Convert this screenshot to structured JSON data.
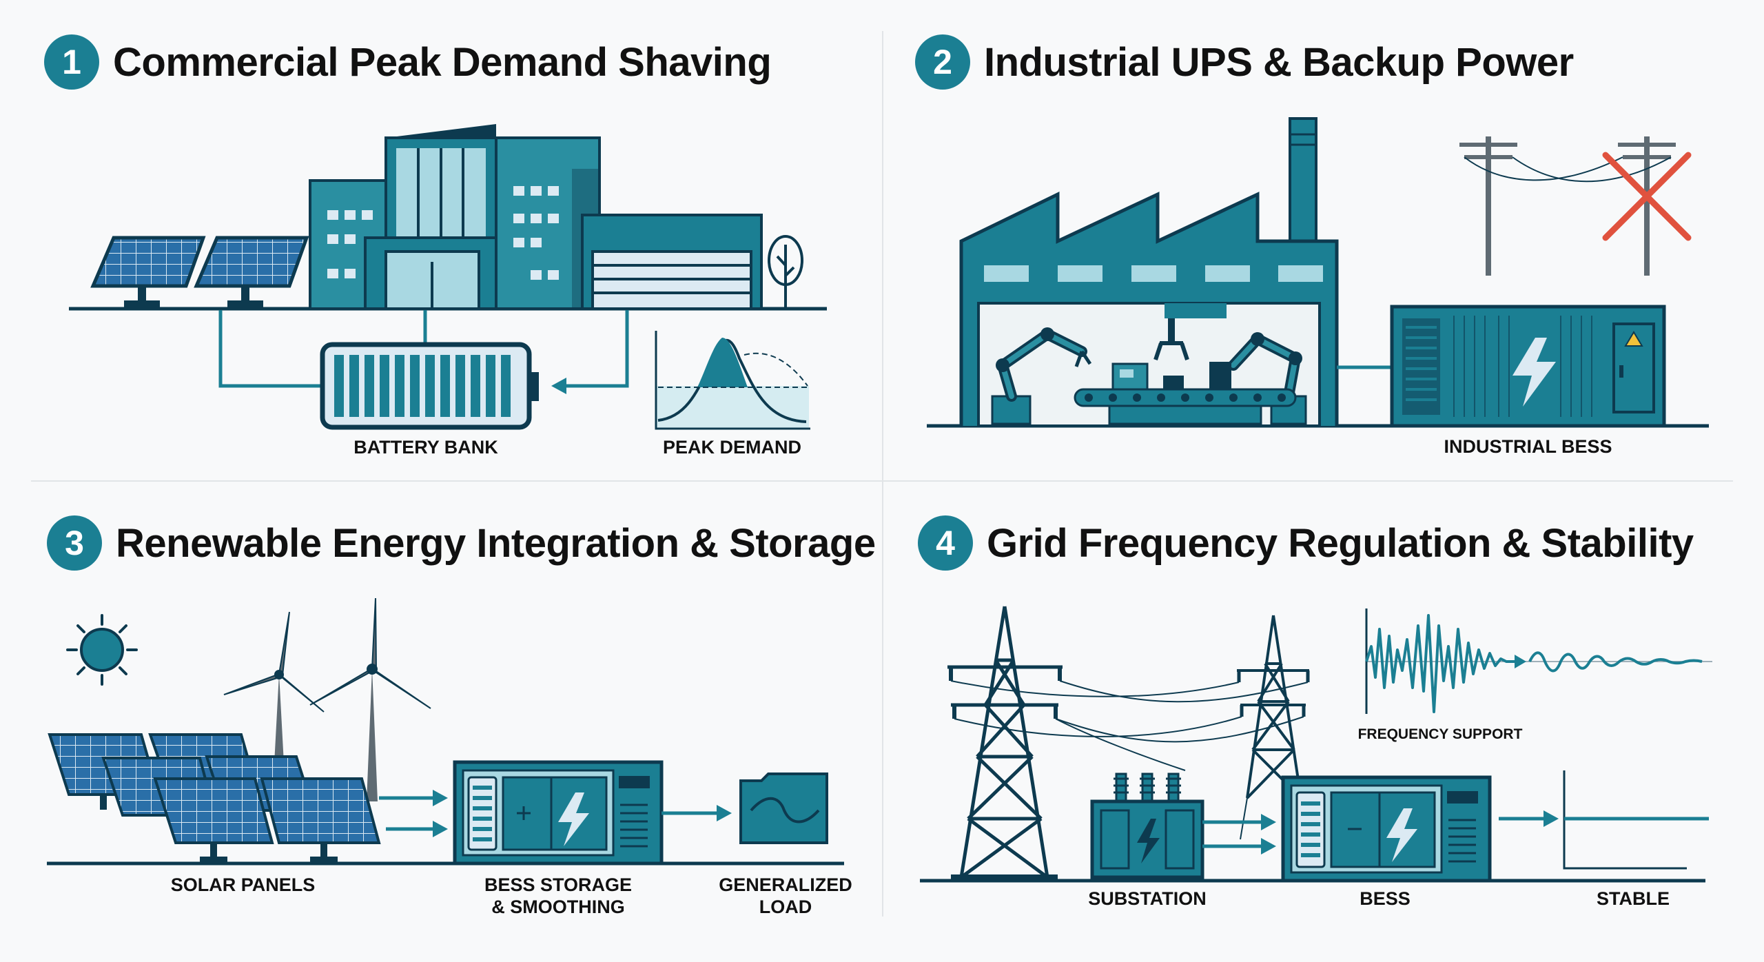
{
  "panels": [
    {
      "number": "1",
      "title": "Commercial Peak Demand Shaving",
      "labels": {
        "battery": "BATTERY BANK",
        "peak": "PEAK DEMAND"
      }
    },
    {
      "number": "2",
      "title": "Industrial UPS & Backup Power",
      "labels": {
        "bess": "INDUSTRIAL BESS"
      }
    },
    {
      "number": "3",
      "title": "Renewable Energy Integration & Storage",
      "labels": {
        "solar": "SOLAR PANELS",
        "bess_line1": "BESS STORAGE",
        "bess_line2": "& SMOOTHING",
        "load_line1": "GENERALIZED",
        "load_line2": "LOAD"
      }
    },
    {
      "number": "4",
      "title": "Grid Frequency Regulation & Stability",
      "labels": {
        "freq": "FREQUENCY SUPPORT",
        "substation": "SUBSTATION",
        "bess": "BESS",
        "stable": "STABLE"
      }
    }
  ],
  "icons": [
    "solar-panel-icon",
    "building-icon",
    "tree-icon",
    "battery-icon",
    "peak-curve-icon",
    "factory-icon",
    "robot-arm-icon",
    "conveyor-icon",
    "power-pole-icon",
    "outage-cross-icon",
    "bess-container-icon",
    "warning-icon",
    "sun-icon",
    "wind-turbine-icon",
    "lightning-icon",
    "load-icon",
    "transmission-tower-icon",
    "transformer-icon",
    "frequency-wave-icon",
    "stable-line-icon"
  ],
  "colors": {
    "teal": "#1b7f93",
    "dark_navy": "#0d3a4f",
    "mid_teal": "#2a8fa1",
    "light_teal": "#a9d8e2",
    "alert_red": "#e0523e"
  }
}
